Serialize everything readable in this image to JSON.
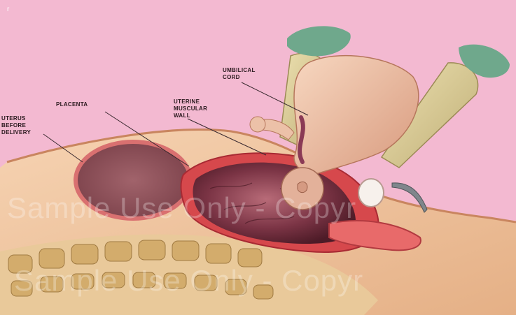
{
  "corner_mark": "r",
  "labels": {
    "umbilical_cord": [
      "UMBILICAL",
      "CORD"
    ],
    "placenta": [
      "PLACENTA"
    ],
    "uterine_wall": [
      "UTERINE",
      "MUSCULAR",
      "WALL"
    ],
    "uterus_before": [
      "UTERUS",
      "BEFORE",
      "DELIVERY"
    ]
  },
  "watermark": {
    "line1": "Sample Use Only - Copyr",
    "line2": "Sample Use Only - Copyr"
  },
  "colors": {
    "background": "#f3b9d1",
    "skin": "#f2c8a0",
    "uterus": "#c8504f",
    "placenta": "#7a3444",
    "spine": "#d8b47a"
  }
}
